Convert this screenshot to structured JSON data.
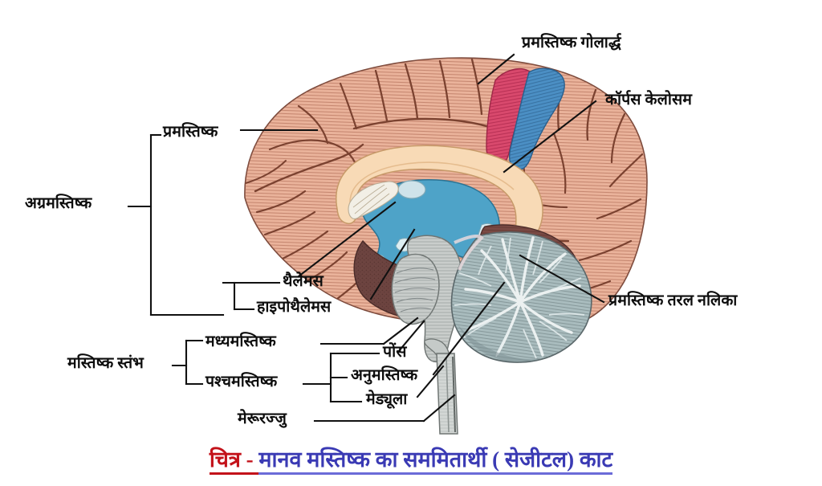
{
  "figure": {
    "title_hi": "मानव मस्तिष्क का सममितार्थी (सेजीटल) काट",
    "caption_prefix": "चित्र - ",
    "caption_main": "मानव मस्तिष्क का सममितार्थी ( सेजीटल) काट",
    "caption_prefix_color": "#c3121a",
    "caption_main_color": "#3a3ab4"
  },
  "labels": {
    "forebrain": "अग्रमस्तिष्क",
    "cerebrum": "प्रमस्तिष्क",
    "thalamus": "थैलेमस",
    "hypothalamus": "हाइपोथैलेमस",
    "brainstem": "मस्तिष्क स्तंभ",
    "midbrain": "मध्यमस्तिष्क",
    "hindbrain": "पश्चमस्तिष्क",
    "pons": "पोंस",
    "cerebellum": "अनुमस्तिष्क",
    "medulla": "मेड्यूला",
    "spinal_cord": "मेरूरज्जु",
    "cerebral_hemisphere": "प्रमस्तिष्क गोलार्द्ध",
    "corpus_callosum": "कॉर्पस केलोसम",
    "cerebral_aqueduct": "प्रमस्तिष्क तरल नलिका"
  },
  "colors": {
    "cortex": "#e9b29a",
    "cortex_light": "#f2c9b4",
    "cortex_deep": "#c98d74",
    "gyrus_pink": "#d94a6e",
    "gyrus_blue": "#4b8fc4",
    "corpus_callosum": "#f7d9b5",
    "thalamus_blue": "#4ea3c8",
    "brainstem_gray": "#c3c7c5",
    "cerebellum_gray": "#9fb0b3",
    "cerebellum_light": "#cdd9da",
    "deep_maroon": "#6d4440",
    "leader_line": "#111111",
    "background": "#ffffff"
  },
  "leaders": {
    "note": "thin black leader lines and square brackets connect labels to structures"
  }
}
